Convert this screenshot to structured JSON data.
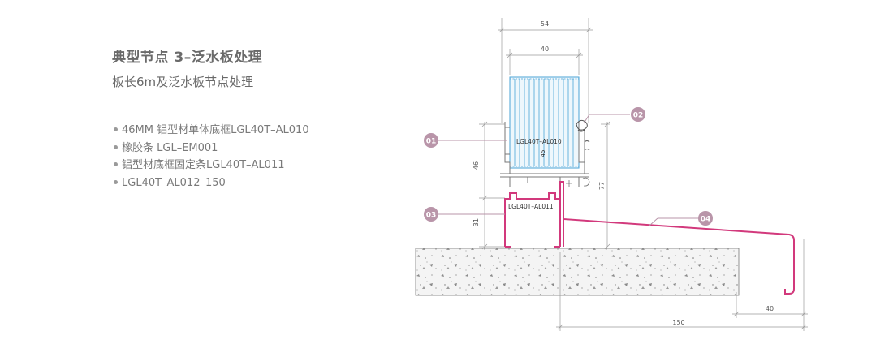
{
  "header": {
    "title": "典型节点 3–泛水板处理",
    "subtitle": "板长6m及泛水板节点处理"
  },
  "bullets": [
    "46MM 铝型材单体底框LGL40T–AL010",
    "橡胶条 LGL–EM001",
    "铝型材底框固定条LGL40T–AL011",
    "LGL40T–AL012–150"
  ],
  "drawing": {
    "dimensions": {
      "d54": "54",
      "d40_top": "40",
      "d46": "46",
      "d77": "77",
      "d31": "31",
      "d40_bottom": "40",
      "d150": "150"
    },
    "part_labels": {
      "upper_frame": "LGL40T–AL010",
      "lower_frame": "LGL40T–AL011",
      "panel_45": "45"
    },
    "callouts": {
      "c01": "01",
      "c02": "02",
      "c03": "03",
      "c04": "04"
    },
    "colors": {
      "callout_fill": "#b995a9",
      "flashing_magenta": "#d2397c",
      "panel_blue": "#4aa3d6",
      "dimension_gray": "#9a9a9a"
    }
  }
}
